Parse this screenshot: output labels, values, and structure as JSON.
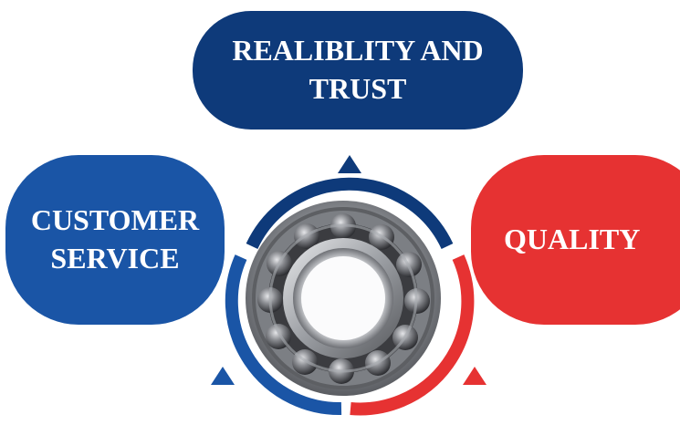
{
  "nodes": {
    "top": {
      "line1": "REALIBLITY AND",
      "line2": "TRUST"
    },
    "left": {
      "line1": "CUSTOMER",
      "line2": "SERVICE"
    },
    "right": {
      "line1": "QUALITY"
    }
  },
  "colors": {
    "navy": "#0e3a7a",
    "blue": "#1a55a6",
    "red": "#e63232",
    "steel": "#8d8f94"
  },
  "icons": [
    "ball-bearing-icon",
    "arrow-up-icon"
  ]
}
